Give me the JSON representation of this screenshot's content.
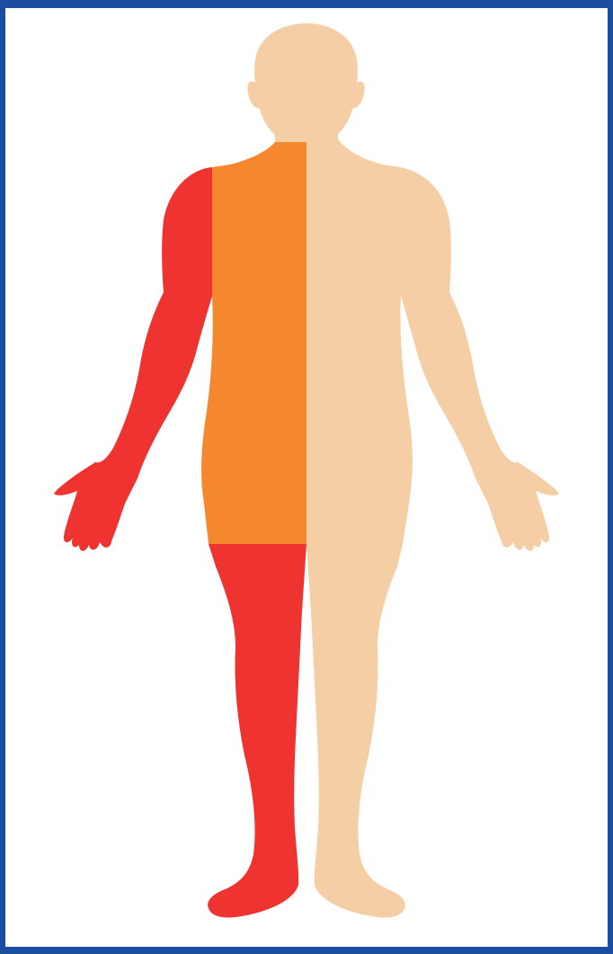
{
  "figure": {
    "frame_color": "#1b4ea0",
    "background_color": "#ffffff",
    "regions": [
      {
        "id": "head",
        "color": "#f5cea5"
      },
      {
        "id": "neck",
        "color": "#f5cea5"
      },
      {
        "id": "torso-left",
        "color": "#f5872f"
      },
      {
        "id": "torso-right",
        "color": "#f5cea5"
      },
      {
        "id": "arm-left",
        "color": "#ee3330"
      },
      {
        "id": "arm-right",
        "color": "#f5cea5"
      },
      {
        "id": "leg-left",
        "color": "#ee3330"
      },
      {
        "id": "leg-right",
        "color": "#f5cea5"
      }
    ]
  }
}
